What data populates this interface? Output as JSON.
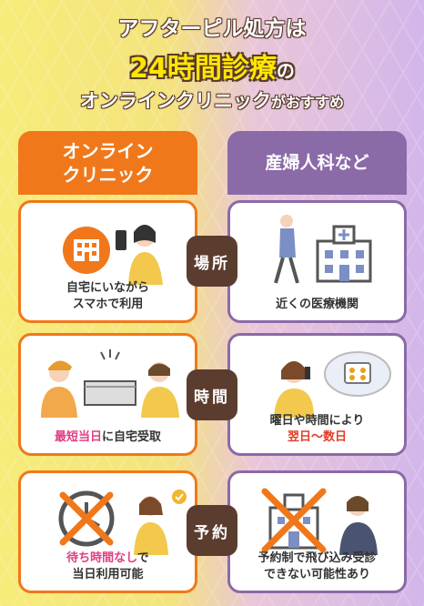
{
  "header": {
    "line1": "アフターピル処方は",
    "line2_main": "24時間診療",
    "line2_suffix": "の",
    "line3_main": "オンラインクリニック",
    "line3_suffix": "がおすすめ"
  },
  "columns": {
    "left_title_1": "オンライン",
    "left_title_2": "クリニック",
    "right_title": "産婦人科など"
  },
  "rows": [
    {
      "label": "場所",
      "left_caption_1": "自宅にいながら",
      "left_caption_2": "スマホで利用",
      "right_caption_1": "近くの医療機関"
    },
    {
      "label": "時間",
      "left_caption_hl": "最短当日",
      "left_caption_rest": "に自宅受取",
      "right_caption_1": "曜日や時間により",
      "right_caption_hl": "翌日〜数日"
    },
    {
      "label": "予約",
      "left_caption_hl": "待ち時間なし",
      "left_caption_rest": "で",
      "left_caption_2": "当日利用可能",
      "right_caption_1": "予約制で飛び込み受診",
      "right_caption_2": "できない可能性あり"
    }
  ],
  "colors": {
    "orange": "#f0781a",
    "purple": "#8b6aa8",
    "brown": "#5b3d2f",
    "yellow": "#ffe600",
    "pink": "#e23d83"
  }
}
